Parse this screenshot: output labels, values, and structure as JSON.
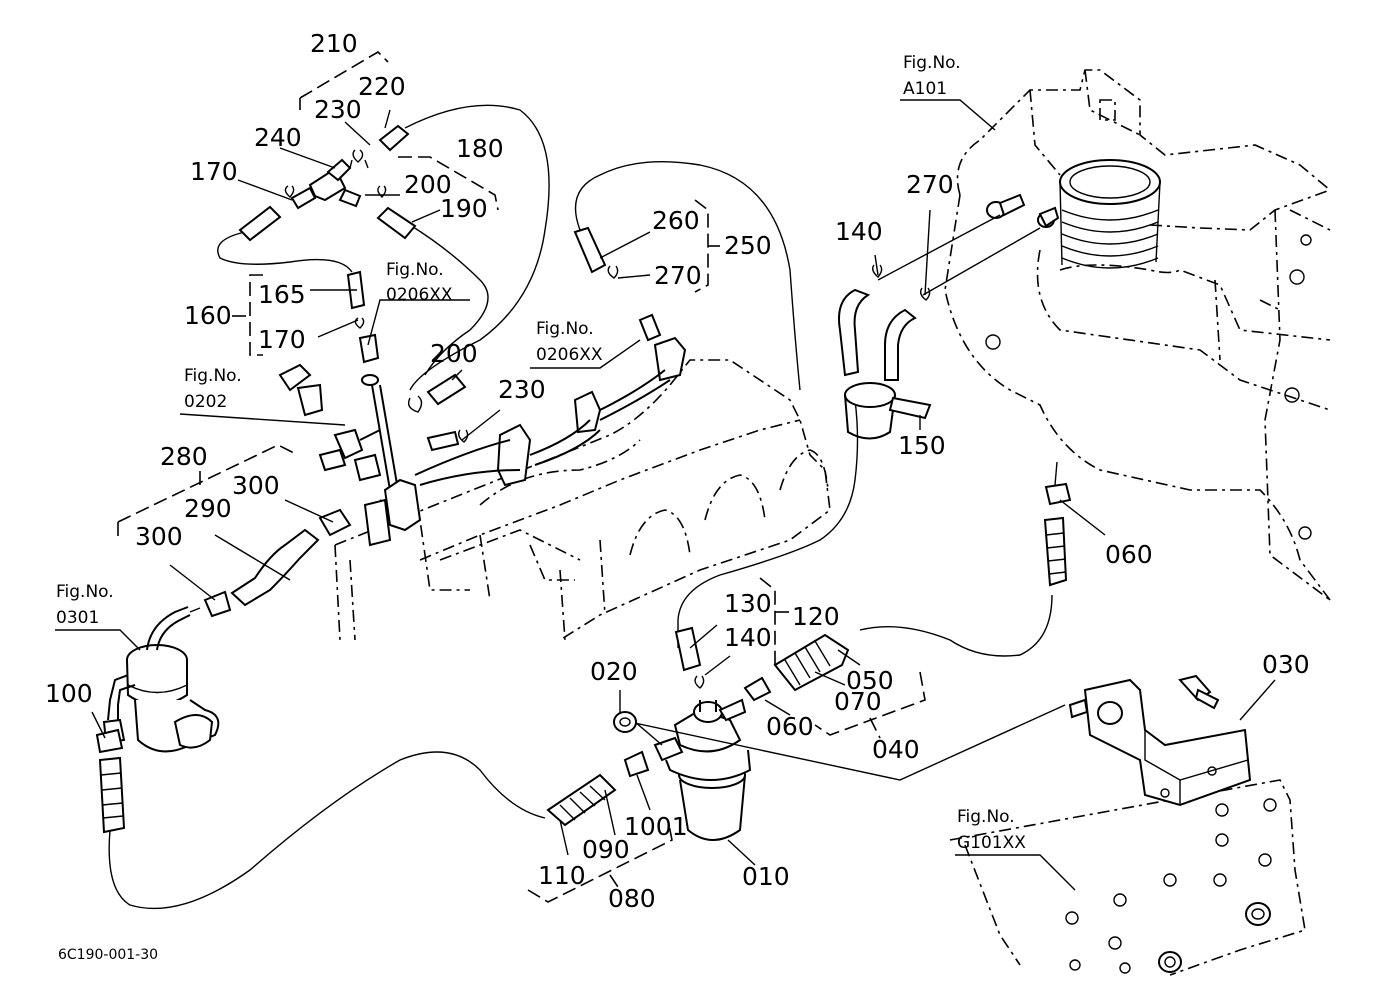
{
  "diagram_code": "6C190-001-30",
  "figure_refs": [
    {
      "line1": "Fig.No.",
      "line2": "A101"
    },
    {
      "line1": "Fig.No.",
      "line2": "0206XX"
    },
    {
      "line1": "Fig.No.",
      "line2": "0206XX"
    },
    {
      "line1": "Fig.No.",
      "line2": "0202"
    },
    {
      "line1": "Fig.No.",
      "line2": "0301"
    },
    {
      "line1": "Fig.No.",
      "line2": "G101XX"
    }
  ],
  "part_labels": [
    "210",
    "220",
    "230",
    "240",
    "180",
    "170",
    "200",
    "190",
    "165",
    "160",
    "170",
    "200",
    "230",
    "260",
    "250",
    "270",
    "140",
    "270",
    "150",
    "060",
    "280",
    "300",
    "290",
    "300",
    "100",
    "130",
    "120",
    "140",
    "020",
    "050",
    "070",
    "060",
    "040",
    "030",
    "110",
    "090",
    "1001",
    "080",
    "010"
  ]
}
